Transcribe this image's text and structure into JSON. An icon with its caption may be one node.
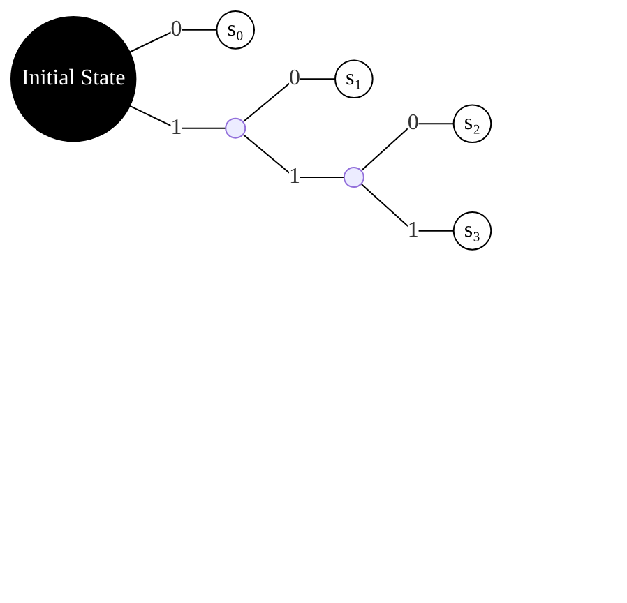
{
  "diagram": {
    "nodes": [
      {
        "text": [
          "Initial State"
        ]
      },
      {
        "text": [
          "s₀"
        ]
      },
      {
        "text": [],
        "shape": "point"
      },
      {
        "text": [
          "s₁"
        ]
      },
      {
        "text": [],
        "shape": "point"
      },
      {
        "text": [
          "s₂"
        ]
      },
      {
        "text": [
          "s₃"
        ]
      }
    ],
    "edges": [
      {
        "from": 0,
        "to": 1,
        "arrow": "none",
        "label": "0"
      },
      {
        "from": 0,
        "to": 2,
        "arrow": "none",
        "label": "1"
      },
      {
        "from": 2,
        "to": 3,
        "arrow": "none",
        "label": "0"
      },
      {
        "from": 2,
        "to": 4,
        "arrow": "none",
        "label": "1"
      },
      {
        "from": 4,
        "to": 5,
        "arrow": "none",
        "label": "0"
      },
      {
        "from": 4,
        "to": 6,
        "arrow": "none",
        "label": "1"
      }
    ]
  }
}
